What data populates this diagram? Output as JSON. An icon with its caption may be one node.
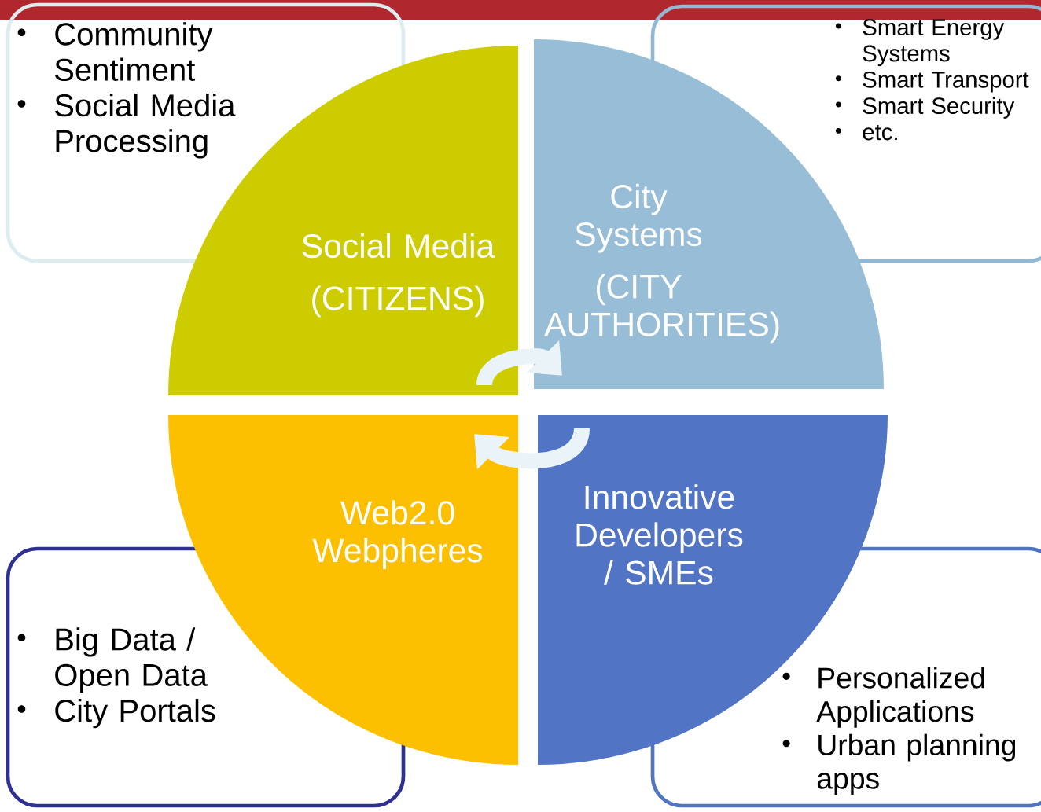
{
  "diagram": {
    "nodes": [
      {
        "text": [
          "Community Sentiment",
          "Social Media Processing"
        ]
      },
      {
        "text": [
          "Smart Energy Systems",
          "Smart Transport",
          "Smart Security",
          "etc."
        ]
      },
      {
        "text": [
          "Big Data  / Open Data",
          "City Portals"
        ]
      },
      {
        "text": [
          "Personalized Applications",
          "Urban planning apps"
        ]
      },
      {
        "text": [
          "Social Media",
          "(CITIZENS)"
        ]
      },
      {
        "text": [
          "City Systems",
          "(CITY AUTHORITIES)"
        ]
      },
      {
        "text": [
          "Web2.0 Webpheres"
        ]
      },
      {
        "text": [
          "Innovative Developers / SMEs"
        ]
      }
    ],
    "edges": [
      {
        "from": 4,
        "to": 5,
        "arrow": "to"
      },
      {
        "from": 7,
        "to": 6,
        "arrow": "to"
      }
    ]
  }
}
